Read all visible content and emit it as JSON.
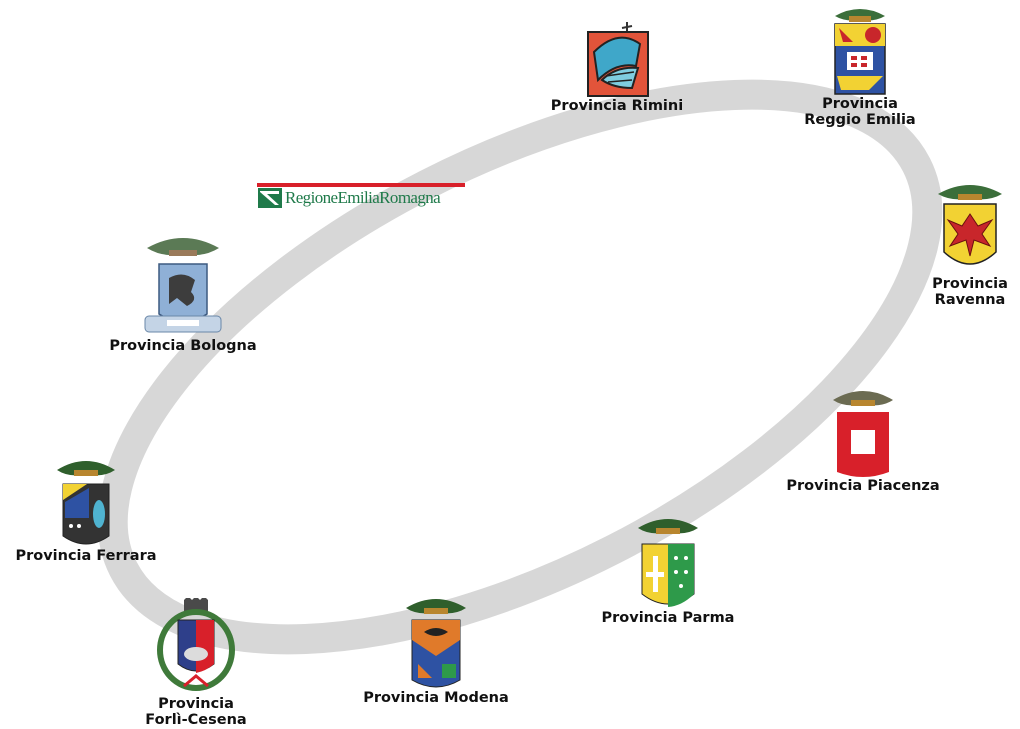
{
  "colors": {
    "ring": "#d7d7d7",
    "region_green": "#1f7a4a",
    "region_red": "#d8202a"
  },
  "region_logo": {
    "text": "RegioneEmiliaRomagna",
    "icon": "regione-emilia-romagna-logo"
  },
  "provinces": [
    {
      "id": "rimini",
      "label_lines": [
        "Provincia Rimini"
      ],
      "icon": "rimini-coat-of-arms-icon"
    },
    {
      "id": "reggio-emilia",
      "label_lines": [
        "Provincia",
        "Reggio Emilia"
      ],
      "icon": "reggio-emilia-coat-of-arms-icon"
    },
    {
      "id": "ravenna",
      "label_lines": [
        "Provincia",
        "Ravenna"
      ],
      "icon": "ravenna-coat-of-arms-icon"
    },
    {
      "id": "piacenza",
      "label_lines": [
        "Provincia Piacenza"
      ],
      "icon": "piacenza-coat-of-arms-icon"
    },
    {
      "id": "parma",
      "label_lines": [
        "Provincia Parma"
      ],
      "icon": "parma-coat-of-arms-icon"
    },
    {
      "id": "modena",
      "label_lines": [
        "Provincia Modena"
      ],
      "icon": "modena-coat-of-arms-icon"
    },
    {
      "id": "forli-cesena",
      "label_lines": [
        "Provincia",
        "Forlì-Cesena"
      ],
      "icon": "forli-cesena-coat-of-arms-icon"
    },
    {
      "id": "ferrara",
      "label_lines": [
        "Provincia Ferrara"
      ],
      "icon": "ferrara-coat-of-arms-icon"
    },
    {
      "id": "bologna",
      "label_lines": [
        "Provincia Bologna"
      ],
      "icon": "bologna-coat-of-arms-icon"
    }
  ]
}
